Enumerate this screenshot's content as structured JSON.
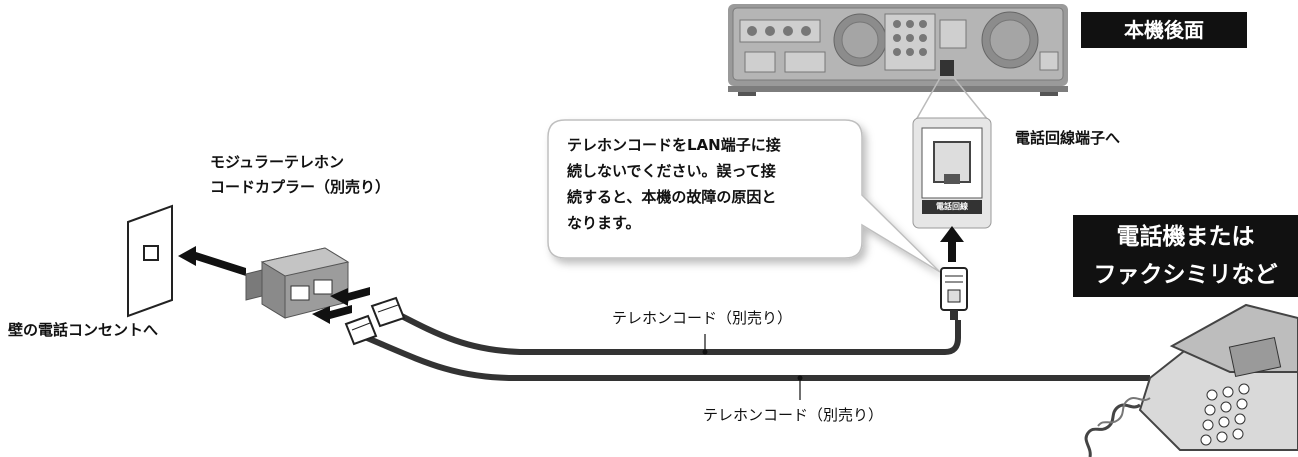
{
  "labels": {
    "rear_panel": "本機後面",
    "phone_line_terminal": "電話回線端子へ",
    "terminal_plate_text": "電話回線",
    "coupler_line1": "モジュラーテレホン",
    "coupler_line2": "コードカプラー（別売り）",
    "wall_outlet": "壁の電話コンセントへ",
    "cord_upper": "テレホンコード（別売り）",
    "cord_lower": "テレホンコード（別売り）",
    "phone_tag_line1": "電話機または",
    "phone_tag_line2": "ファクシミリなど"
  },
  "warning": {
    "line1": "テレホンコードをLAN端子に接",
    "line2": "続しないでください。誤って接",
    "line3": "続すると、本機の故障の原因と",
    "line4": "なります。"
  },
  "colors": {
    "tag_bg": "#111111",
    "tag_text": "#ffffff",
    "device_gray": "#9a9a9a",
    "cord": "#333333",
    "bubble_border": "#cccccc"
  }
}
